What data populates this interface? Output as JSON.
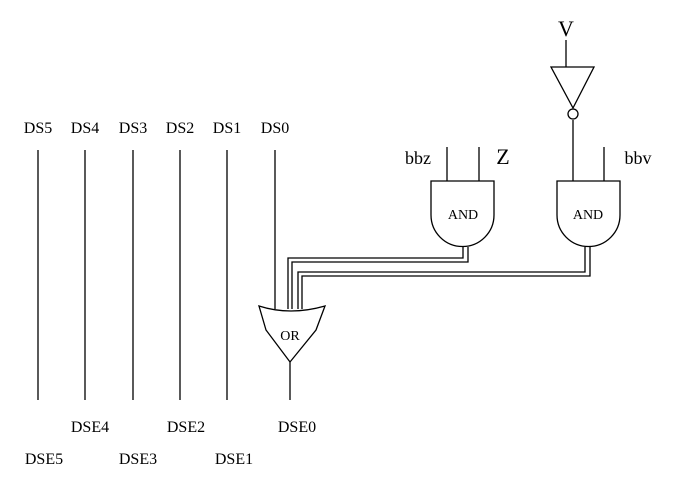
{
  "inputs_top": [
    "DS5",
    "DS4",
    "DS3",
    "DS2",
    "DS1",
    "DS0"
  ],
  "outputs_upper": [
    "DSE4",
    "DSE2",
    "DSE0"
  ],
  "outputs_lower": [
    "DSE5",
    "DSE3",
    "DSE1"
  ],
  "signals": {
    "v": "V",
    "bbz": "bbz",
    "z": "Z",
    "bbv": "bbv"
  },
  "gates": {
    "and1": "AND",
    "and2": "AND",
    "or": "OR"
  }
}
